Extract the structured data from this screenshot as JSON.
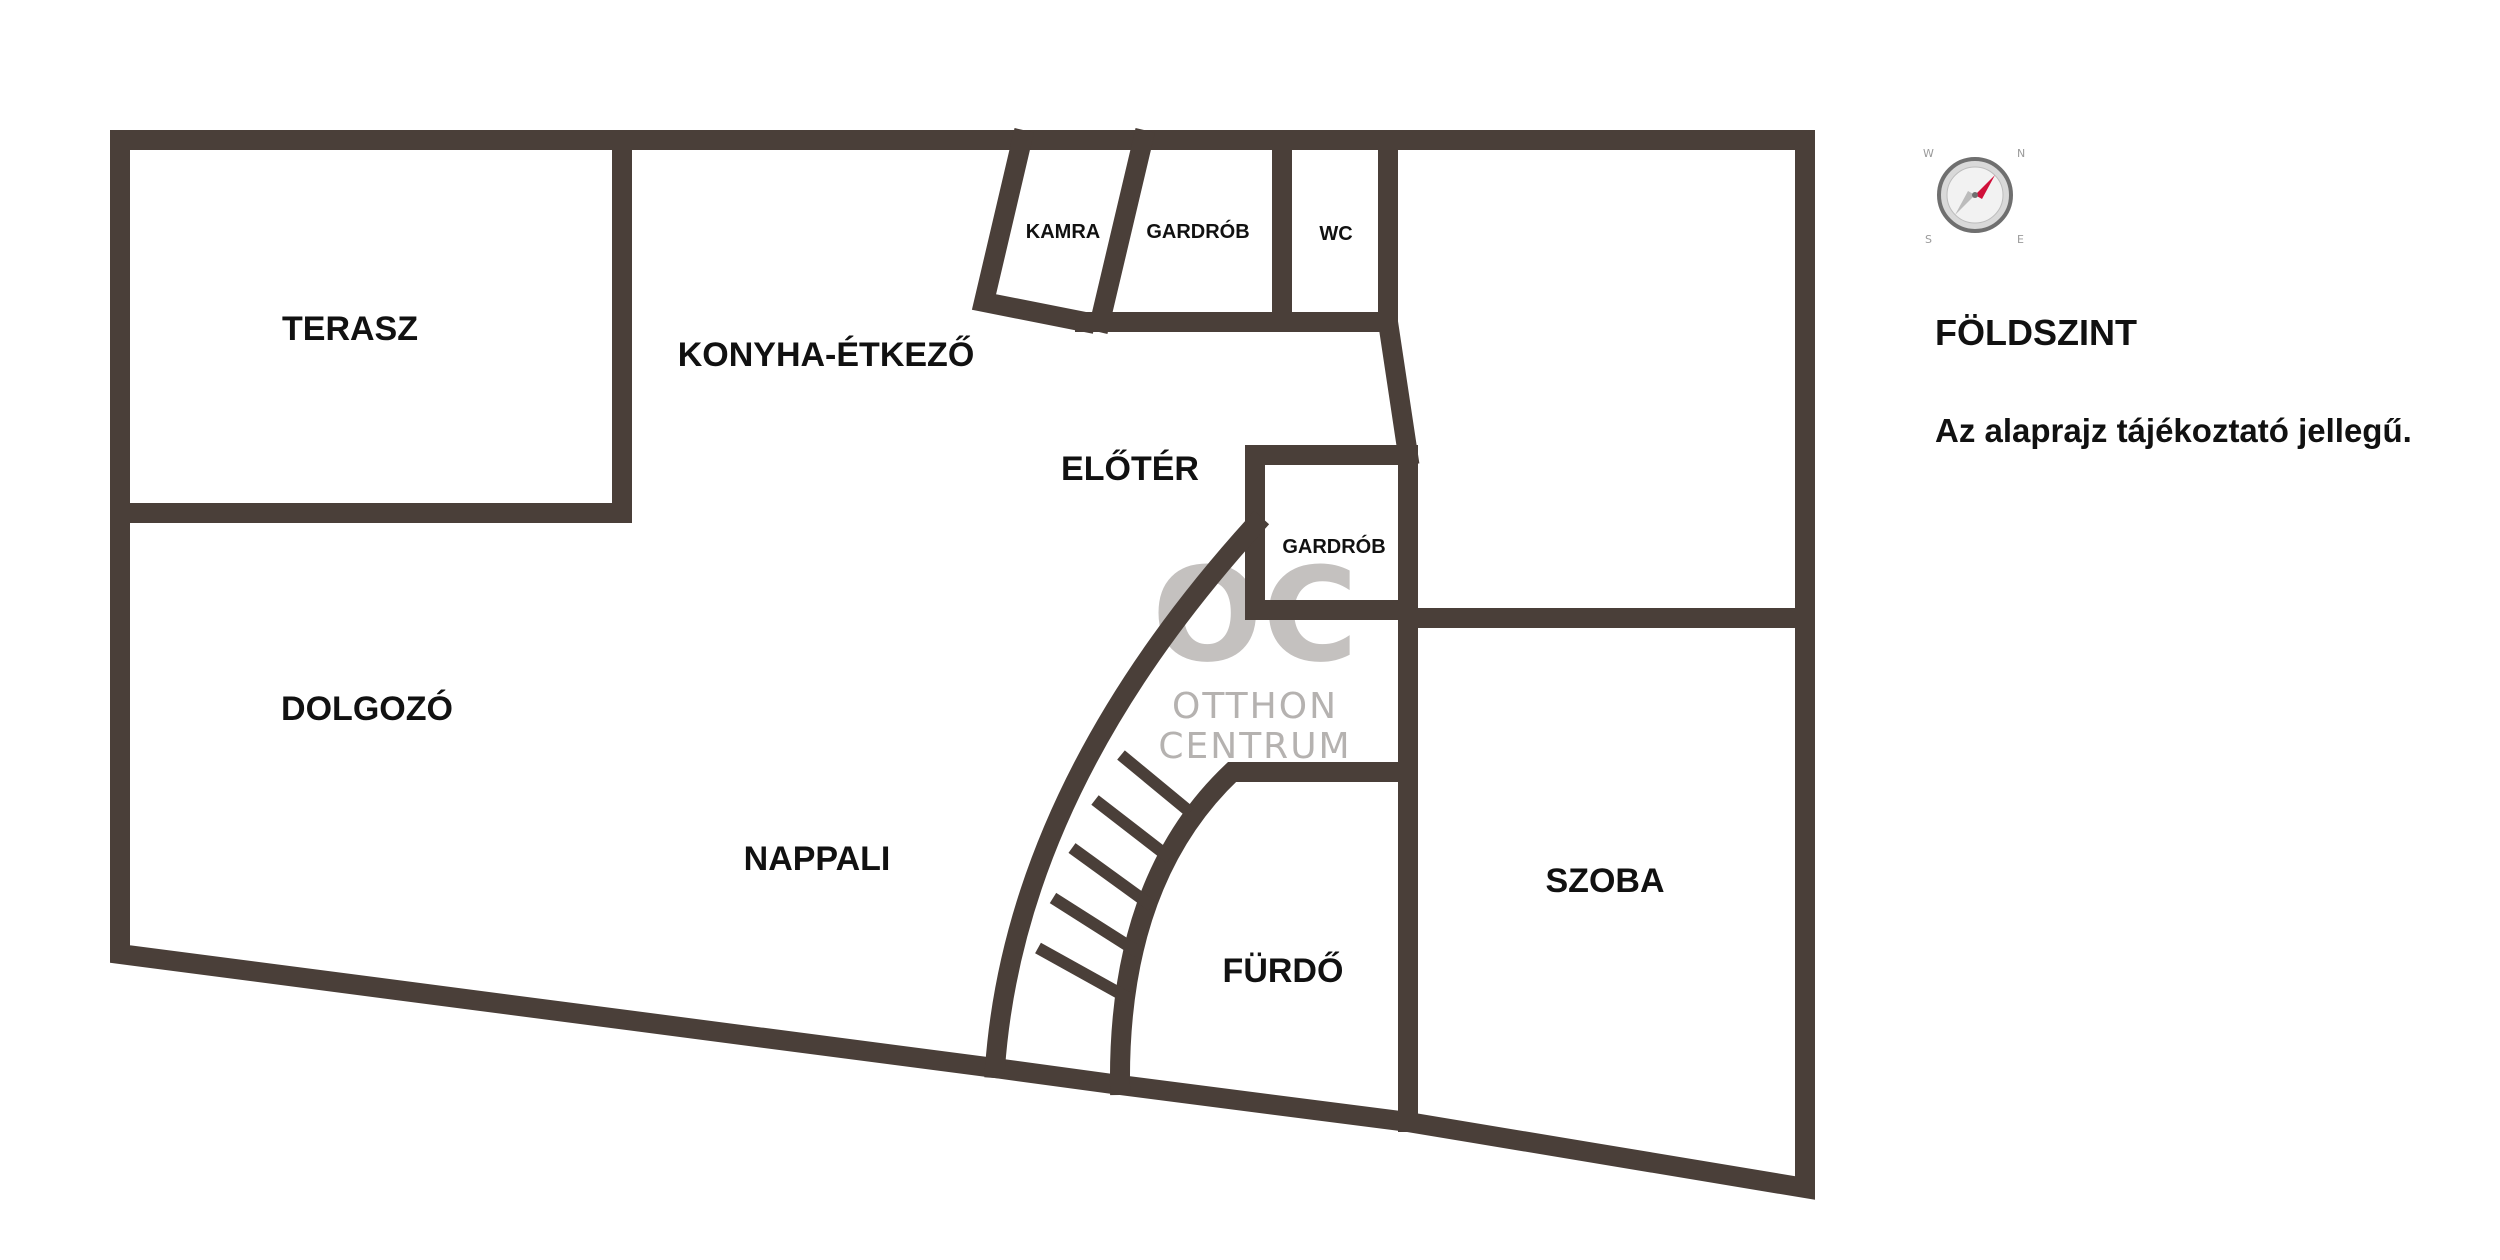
{
  "rooms": {
    "terasz": "TERASZ",
    "konyha": "KONYHA-ÉTKEZŐ",
    "kamra": "KAMRA",
    "gardrob_top": "GARDRÓB",
    "wc": "WC",
    "eloter": "ELŐTÉR",
    "gardrob_mid": "GARDRÓB",
    "dolgozo": "DOLGOZÓ",
    "nappali": "NAPPALI",
    "szoba": "SZOBA",
    "furdo": "FÜRDŐ"
  },
  "watermark": {
    "monogram": "OC",
    "line1": "OTTHON",
    "line2": "CENTRUM"
  },
  "compass": {
    "n": "N",
    "e": "E",
    "s": "S",
    "w": "W"
  },
  "info": {
    "level_title": "FÖLDSZINT",
    "disclaimer": "Az alaprajz tájékoztató jellegű."
  },
  "colors": {
    "wall": "#4a3f39",
    "watermark": "#b5b2b0",
    "compass_needle": "#d0103a"
  }
}
